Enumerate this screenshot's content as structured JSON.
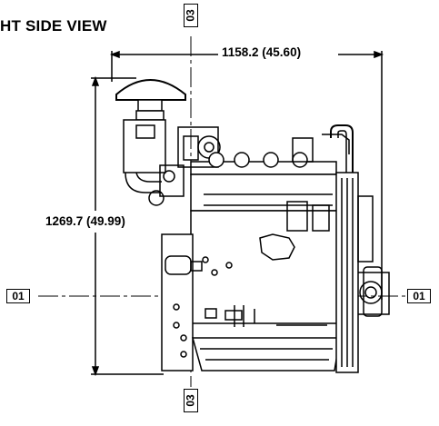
{
  "title": "HT SIDE VIEW",
  "dimensions": {
    "overall_length": "1158.2 (45.60)",
    "overall_height": "1269.7 (49.99)"
  },
  "datum_tags": {
    "left": "01",
    "right": "01",
    "top": "03",
    "bottom": "03"
  }
}
